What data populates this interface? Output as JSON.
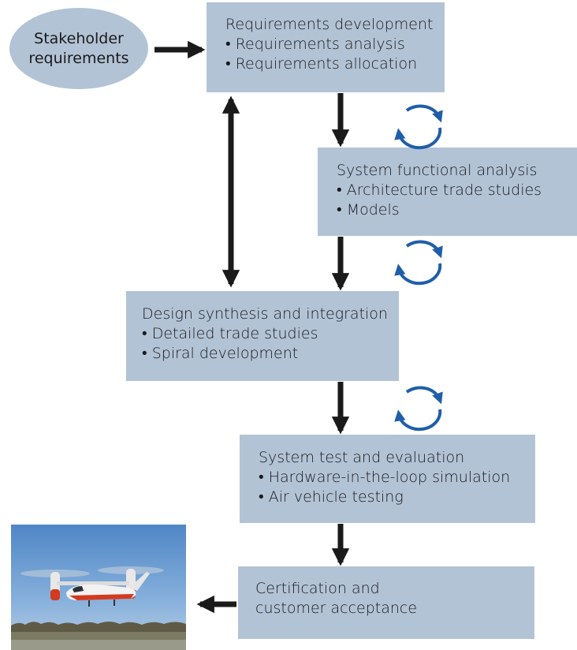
{
  "stakeholder": {
    "line1": "Stakeholder",
    "line2": "requirements"
  },
  "boxes": {
    "requirements": {
      "title": "Requirements development",
      "bullets": [
        "• Requirements analysis",
        "• Requirements allocation"
      ]
    },
    "functional": {
      "title": "System functional analysis",
      "bullets": [
        "• Architecture trade studies",
        "• Models"
      ]
    },
    "design": {
      "title": "Design synthesis and integration",
      "bullets": [
        "• Detailed trade studies",
        "• Spiral development"
      ]
    },
    "test": {
      "title": "System test and evaluation",
      "bullets": [
        "• Hardware-in-the-loop simulation",
        "• Air vehicle testing"
      ]
    },
    "certification": {
      "line1": "Certification and",
      "line2": "customer acceptance"
    }
  },
  "colors": {
    "box_fill": "#b3c3d6",
    "arrow": "#1a1a1a",
    "cycle_arrow": "#1f5ea8"
  },
  "icons": {
    "photo": "tiltrotor-aircraft-photo",
    "cycle": "iteration-cycle-icon"
  }
}
